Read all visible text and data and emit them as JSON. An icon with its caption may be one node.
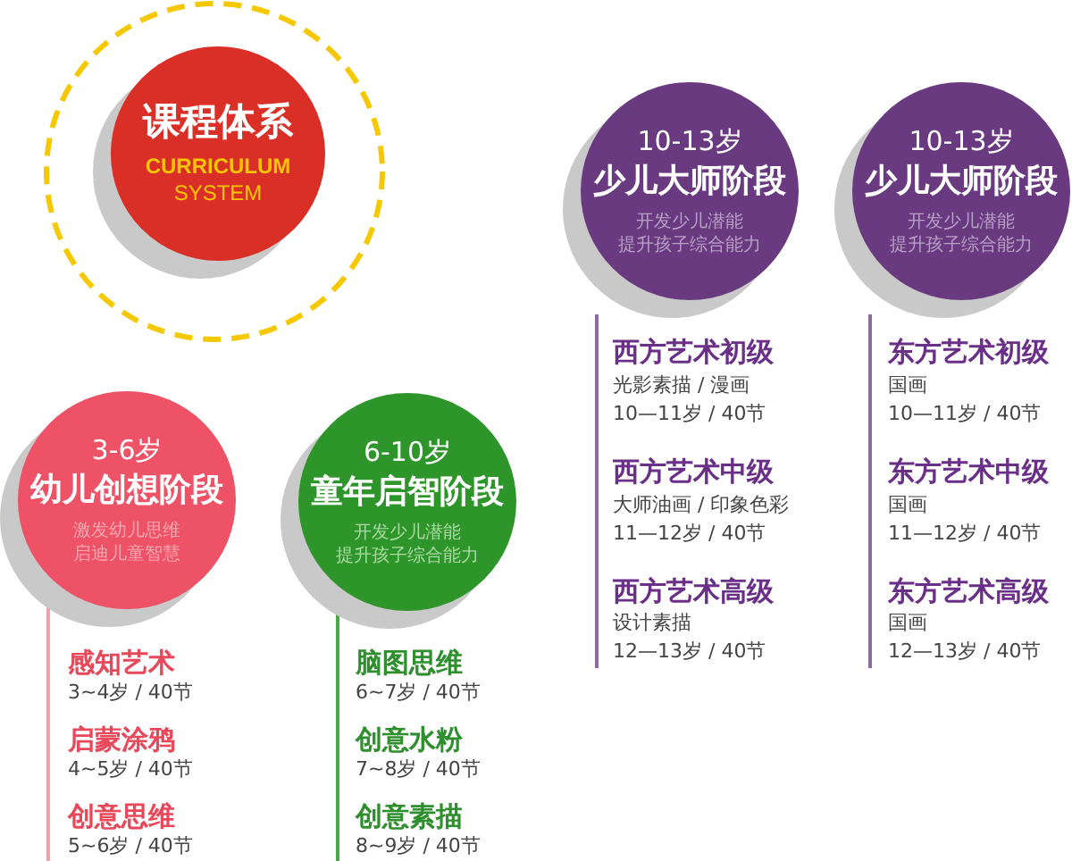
{
  "diagram": {
    "nodes": [
      {
        "text": [],
        "shape": "circle"
      },
      {
        "text": [
          "课程体系",
          "**CURRICULUM** SYSTEM"
        ],
        "in": 0
      },
      {
        "text": [
          "3-6岁",
          "幼儿创想阶段",
          "激发幼儿思维启迪儿童智慧"
        ],
        "beside": [
          "感知艺术",
          "3~4岁 / 40节",
          "启蒙涂鸦",
          "4~5岁 / 40节",
          "创意思维",
          "5~6岁 / 40节"
        ]
      },
      {
        "text": [
          "6-10岁",
          "童年启智阶段",
          "开发少儿潜能提升孩子综合能力"
        ],
        "beside": [
          "脑图思维",
          "6~7岁 / 40节",
          "创意水粉",
          "7~8岁 / 40节",
          "创意素描",
          "8~9岁 / 40节"
        ]
      },
      {
        "text": [
          "10-13岁",
          "少儿大师阶段",
          "开发少儿潜能提升孩子综合能力"
        ],
        "beside": [
          "西方艺术初级",
          "光影素描 / 漫画",
          "10—11岁 / 40节",
          "西方艺术中级",
          "大师油画 / 印象色彩",
          "11—12岁 / 40节",
          "西方艺术高级",
          "设计素描",
          "12—13岁 / 40节"
        ]
      },
      {
        "text": [
          "10-13岁",
          "少儿大师阶段",
          "开发少儿潜能提升孩子综合能力"
        ],
        "beside": [
          "东方艺术初级",
          "国画",
          "10—11岁 / 40节",
          "东方艺术中级",
          "国画",
          "11—12岁 / 40节",
          "东方艺术高级",
          "国画",
          "12—13岁 / 40节"
        ]
      }
    ]
  }
}
